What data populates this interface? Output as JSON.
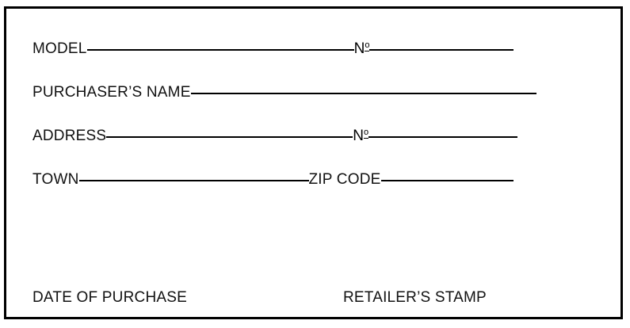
{
  "card": {
    "fields": [
      {
        "name": "model",
        "label": "MODEL",
        "secondary_label": "№",
        "value": "",
        "secondary_value": ""
      },
      {
        "name": "purchasers-name",
        "label": "PURCHASER’S NAME",
        "value": ""
      },
      {
        "name": "address",
        "label": "ADDRESS",
        "secondary_label": "№",
        "value": "",
        "secondary_value": ""
      },
      {
        "name": "town",
        "label": "TOWN",
        "secondary_label": "ZIP CODE",
        "value": "",
        "secondary_value": ""
      }
    ],
    "numero": {
      "letter": "N",
      "ordinal": "o"
    },
    "footer": {
      "date_of_purchase_label": "DATE OF PURCHASE",
      "retailers_stamp_label": "RETAILER’S STAMP"
    },
    "colors": {
      "background": "#ffffff",
      "border": "#000000",
      "text": "#111111",
      "rule": "#000000"
    }
  }
}
